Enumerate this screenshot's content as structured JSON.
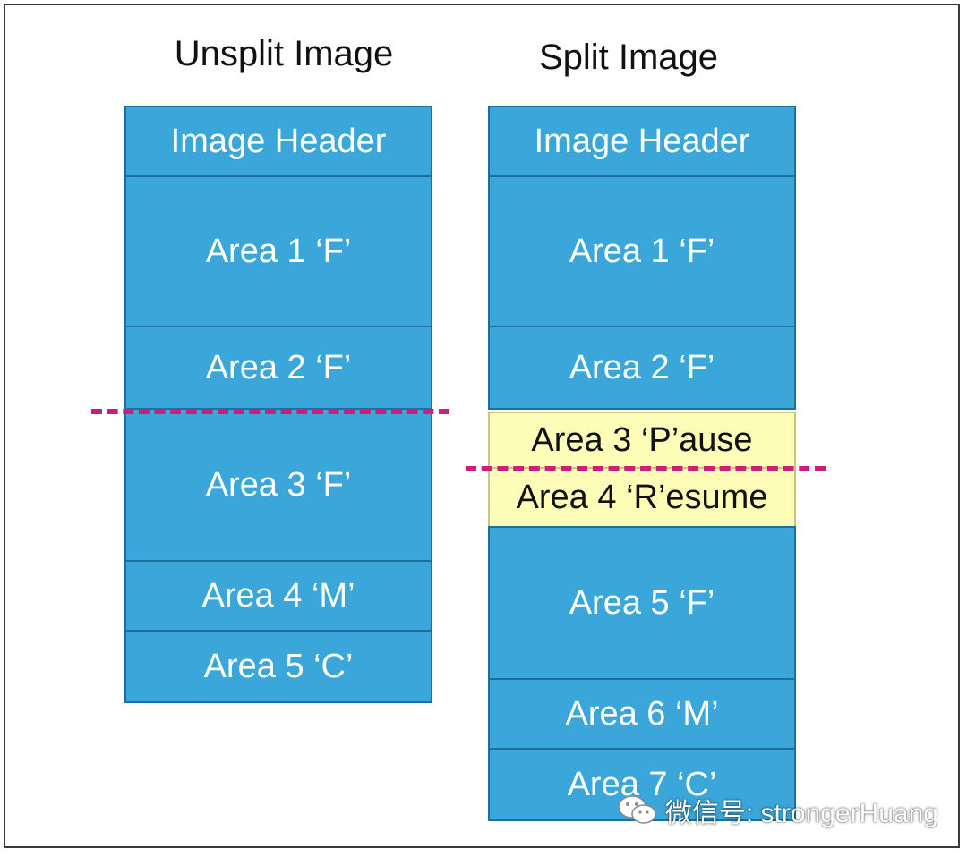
{
  "colors": {
    "block_blue": "#3aa6d9",
    "block_border": "#1f6f9e",
    "block_yellow": "#fdfdb8",
    "split_line": "#cc1f7a"
  },
  "unsplit": {
    "title": "Unsplit Image",
    "blocks": [
      {
        "label": "Image Header",
        "color": "blue"
      },
      {
        "label": "Area 1 ‘F’",
        "color": "blue"
      },
      {
        "label": "Area 2 ‘F’",
        "color": "blue"
      },
      {
        "label": "Area 3 ‘F’",
        "color": "blue"
      },
      {
        "label": "Area 4 ‘M’",
        "color": "blue"
      },
      {
        "label": "Area 5 ‘C’",
        "color": "blue"
      }
    ]
  },
  "split": {
    "title": "Split Image",
    "blocks": [
      {
        "label": "Image Header",
        "color": "blue"
      },
      {
        "label": "Area 1 ‘F’",
        "color": "blue"
      },
      {
        "label": "Area 2 ‘F’",
        "color": "blue"
      },
      {
        "label": "Area 3 ‘P’ause",
        "color": "yellow"
      },
      {
        "label": "Area 4 ‘R’esume",
        "color": "yellow"
      },
      {
        "label": "Area 5 ‘F’",
        "color": "blue"
      },
      {
        "label": "Area 6 ‘M’",
        "color": "blue"
      },
      {
        "label": "Area 7 ‘C’",
        "color": "blue"
      }
    ]
  },
  "watermark": {
    "text": "微信号: strongerHuang",
    "icon": "wechat-icon"
  }
}
